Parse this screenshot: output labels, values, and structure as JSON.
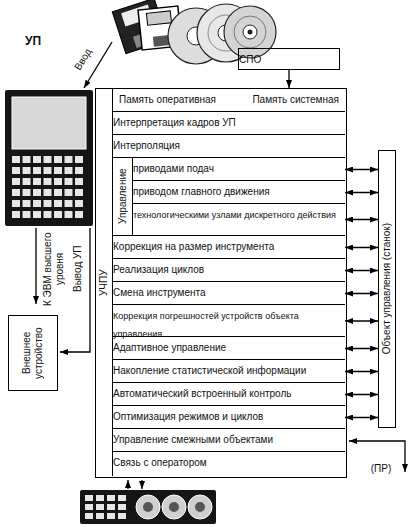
{
  "diagram": {
    "nodes": [
      {
        "text": [
          "СПО"
        ]
      },
      {
        "text": [
          "УЧПУ"
        ]
      },
      {
        "text": [
          "Память оперативная",
          "Память системная"
        ],
        "in": 1
      },
      {
        "text": [
          "Интерпретация кадров УП"
        ],
        "in": 1
      },
      {
        "text": [
          "Интерполяция"
        ],
        "in": 1
      },
      {
        "text": [
          "Управление"
        ],
        "in": 1
      },
      {
        "text": [
          "приводами подач"
        ],
        "in": 5
      },
      {
        "text": [
          "приводом главного движения"
        ],
        "in": 5
      },
      {
        "text": [
          "технологическими узлами дискретного действия"
        ],
        "in": 5
      },
      {
        "text": [
          "Коррекция на размер инструмента"
        ],
        "in": 1
      },
      {
        "text": [
          "Реализация циклов"
        ],
        "in": 1
      },
      {
        "text": [
          "Смена инструмента"
        ],
        "in": 1
      },
      {
        "text": [
          "Коррекция погрешностей устройств объекта управления"
        ],
        "in": 1
      },
      {
        "text": [
          "Адаптивное управление"
        ],
        "in": 1
      },
      {
        "text": [
          "Накопление статистической информации"
        ],
        "in": 1
      },
      {
        "text": [
          "Автоматический встроенный контроль"
        ],
        "in": 1
      },
      {
        "text": [
          "Оптимизация режимов и циклов"
        ],
        "in": 1
      },
      {
        "text": [
          "Управление смежными объектами"
        ],
        "in": 1
      },
      {
        "text": [
          "Связь с оператором"
        ],
        "in": 1
      },
      {
        "text": [
          "Объект управления (станок)"
        ]
      },
      {
        "text": [
          "Внешнее устройство"
        ]
      }
    ],
    "edges": [
      {
        "from": 0,
        "to": 1,
        "arrow": "to"
      },
      {
        "from": 6,
        "to": 19,
        "arrow": "both"
      },
      {
        "from": 7,
        "to": 19,
        "arrow": "both"
      },
      {
        "from": 8,
        "to": 19,
        "arrow": "both"
      },
      {
        "from": 9,
        "to": 19,
        "arrow": "both"
      },
      {
        "from": 10,
        "to": 19,
        "arrow": "both"
      },
      {
        "from": 11,
        "to": 19,
        "arrow": "both"
      },
      {
        "from": 12,
        "to": 19,
        "arrow": "both"
      },
      {
        "from": 13,
        "to": 19,
        "arrow": "both"
      },
      {
        "from": 14,
        "to": 19,
        "arrow": "both"
      },
      {
        "from": 15,
        "to": 19,
        "arrow": "both"
      },
      {
        "from": 16,
        "to": 19,
        "arrow": "both"
      }
    ],
    "labels": [
      "УП",
      "Ввод",
      "К ЭВМ высшего уровня",
      "Вывод УП",
      "(ПР)"
    ]
  }
}
